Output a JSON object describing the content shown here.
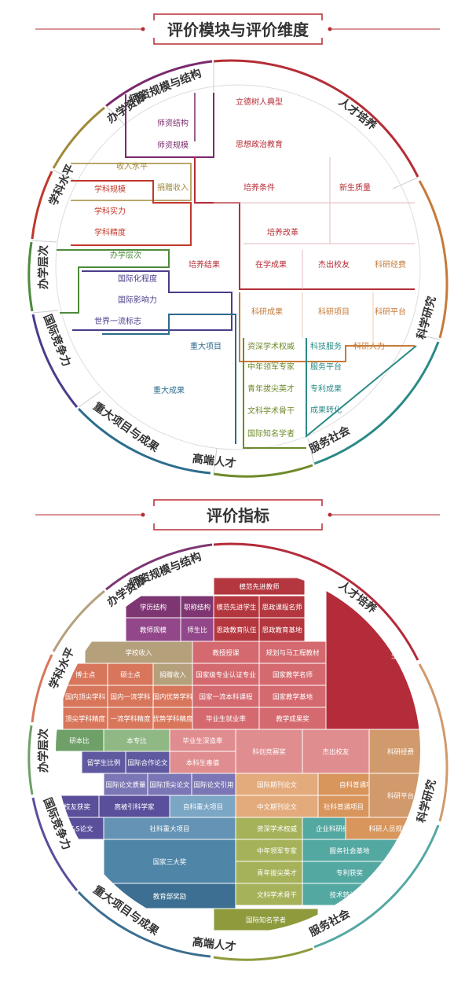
{
  "section1": {
    "title": "评价模块与评价维度",
    "ring": [
      "师资规模与结构",
      "人才培养",
      "科学研究",
      "服务社会",
      "高端人才",
      "重大项目与成果",
      "国际竞争力",
      "办学层次",
      "学科水平",
      "办学资源"
    ],
    "cells": [
      {
        "text": "师资结构",
        "c": "#7a2a6f"
      },
      {
        "text": "师资规模",
        "c": "#7a2a6f"
      },
      {
        "text": "立德树人典型",
        "c": "#b52d36"
      },
      {
        "text": "思想政治教育",
        "c": "#b52d36"
      },
      {
        "text": "收入水平",
        "c": "#a08a3c"
      },
      {
        "text": "捐赠收入",
        "c": "#a08a3c"
      },
      {
        "text": "学科规模",
        "c": "#c0392b"
      },
      {
        "text": "学科实力",
        "c": "#c0392b"
      },
      {
        "text": "学科精度",
        "c": "#c0392b"
      },
      {
        "text": "培养条件",
        "c": "#b52d36"
      },
      {
        "text": "新生质量",
        "c": "#b52d36"
      },
      {
        "text": "培养改革",
        "c": "#b52d36"
      },
      {
        "text": "办学层次",
        "c": "#4e8a3c"
      },
      {
        "text": "国际化程度",
        "c": "#4b3c8a"
      },
      {
        "text": "国际影响力",
        "c": "#4b3c8a"
      },
      {
        "text": "世界一流标志",
        "c": "#4b3c8a"
      },
      {
        "text": "培养结果",
        "c": "#b52d36"
      },
      {
        "text": "在学成果",
        "c": "#b52d36"
      },
      {
        "text": "杰出校友",
        "c": "#b52d36"
      },
      {
        "text": "科研经费",
        "c": "#c77a3a"
      },
      {
        "text": "科研成果",
        "c": "#c77a3a"
      },
      {
        "text": "科研项目",
        "c": "#c77a3a"
      },
      {
        "text": "科研平台",
        "c": "#c77a3a"
      },
      {
        "text": "科研人力",
        "c": "#c77a3a"
      },
      {
        "text": "重大项目",
        "c": "#2d6c8c"
      },
      {
        "text": "重大成果",
        "c": "#2d6c8c"
      },
      {
        "text": "资深学术权威",
        "c": "#6e8a2a"
      },
      {
        "text": "中年领军专家",
        "c": "#6e8a2a"
      },
      {
        "text": "青年拔尖英才",
        "c": "#6e8a2a"
      },
      {
        "text": "文科学术骨干",
        "c": "#6e8a2a"
      },
      {
        "text": "国际知名学者",
        "c": "#6e8a2a"
      },
      {
        "text": "科技服务",
        "c": "#2a8a86"
      },
      {
        "text": "服务平台",
        "c": "#2a8a86"
      },
      {
        "text": "专利成果",
        "c": "#2a8a86"
      },
      {
        "text": "成果转化",
        "c": "#2a8a86"
      }
    ]
  },
  "section2": {
    "title": "评价指标",
    "ring": [
      "师资规模与结构",
      "人才培养",
      "科学研究",
      "服务社会",
      "高端人才",
      "重大项目与成果",
      "国际竞争力",
      "办学层次",
      "学科水平",
      "办学资源"
    ],
    "cells": [
      {
        "text": "模范先进教师",
        "c": "#b4373f"
      },
      {
        "text": "学历结构",
        "c": "#7e3672"
      },
      {
        "text": "职称结构",
        "c": "#7e3672"
      },
      {
        "text": "模范先进学生",
        "c": "#b4373f"
      },
      {
        "text": "思政课程名师",
        "c": "#b4373f"
      },
      {
        "text": "教师规模",
        "c": "#92478a"
      },
      {
        "text": "师生比",
        "c": "#92478a"
      },
      {
        "text": "思政教育队伍",
        "c": "#b4373f"
      },
      {
        "text": "思政教育基地",
        "c": "#b4373f"
      },
      {
        "text": "学校收入",
        "c": "#b5a07c"
      },
      {
        "text": "教授授课",
        "c": "#d46a6f"
      },
      {
        "text": "规划与马工程教材",
        "c": "#d46a6f"
      },
      {
        "text": "生源质量",
        "c": "#b42b3a"
      },
      {
        "text": "博士点",
        "c": "#d8765b"
      },
      {
        "text": "硕士点",
        "c": "#d8765b"
      },
      {
        "text": "捐赠收入",
        "c": "#b5a07c"
      },
      {
        "text": "国家级专业认证专业",
        "c": "#d46a6f"
      },
      {
        "text": "国家教学名师",
        "c": "#d46a6f"
      },
      {
        "text": "国内顶尖学科",
        "c": "#d8765b"
      },
      {
        "text": "国内一流学科",
        "c": "#d8765b"
      },
      {
        "text": "国内优势学科",
        "c": "#d8765b"
      },
      {
        "text": "国家一流本科课程",
        "c": "#d46a6f"
      },
      {
        "text": "国家教学基地",
        "c": "#d46a6f"
      },
      {
        "text": "顶尖学科精度",
        "c": "#d8765b"
      },
      {
        "text": "一流学科精度",
        "c": "#d8765b"
      },
      {
        "text": "优势学科精度",
        "c": "#d8765b"
      },
      {
        "text": "毕业生就业率",
        "c": "#d46a6f"
      },
      {
        "text": "教学成果奖",
        "c": "#d46a6f"
      },
      {
        "text": "研本比",
        "c": "#6fa068"
      },
      {
        "text": "本专比",
        "c": "#8fb884"
      },
      {
        "text": "毕业生深造率",
        "c": "#e08d8f"
      },
      {
        "text": "科创竞赛奖",
        "c": "#e08d8f"
      },
      {
        "text": "杰出校友",
        "c": "#e08d8f"
      },
      {
        "text": "科研经费",
        "c": "#d19a6c"
      },
      {
        "text": "留学生比例",
        "c": "#5f5aa0"
      },
      {
        "text": "国际合作论文",
        "c": "#5f5aa0"
      },
      {
        "text": "本科生毒值",
        "c": "#e08d8f"
      },
      {
        "text": "国际论文质量",
        "c": "#7b76b5"
      },
      {
        "text": "国际顶尖论文",
        "c": "#7b76b5"
      },
      {
        "text": "国际论文引用",
        "c": "#7b76b5"
      },
      {
        "text": "国际期刊论文",
        "c": "#e3aa7b"
      },
      {
        "text": "自科普通项目",
        "c": "#d8955c"
      },
      {
        "text": "科研平台",
        "c": "#d19a6c"
      },
      {
        "text": "校友获奖",
        "c": "#5a4f9b"
      },
      {
        "text": "高被引科学家",
        "c": "#5a4f9b"
      },
      {
        "text": "自科重大项目",
        "c": "#7ba6c4"
      },
      {
        "text": "中文期刊论文",
        "c": "#e3aa7b"
      },
      {
        "text": "社科普通项目",
        "c": "#d8955c"
      },
      {
        "text": "N&S论文",
        "c": "#5a4f9b"
      },
      {
        "text": "社科重大项目",
        "c": "#6493b5"
      },
      {
        "text": "资深学术权威",
        "c": "#a6b25a"
      },
      {
        "text": "企业科研经费",
        "c": "#54a8a2"
      },
      {
        "text": "科研人员规模",
        "c": "#d8955c"
      },
      {
        "text": "国家三大奖",
        "c": "#4f86a8"
      },
      {
        "text": "中年领军专家",
        "c": "#a6b25a"
      },
      {
        "text": "服务社会基地",
        "c": "#54a8a2"
      },
      {
        "text": "青年拔尖英才",
        "c": "#a6b25a"
      },
      {
        "text": "专利获奖",
        "c": "#54a8a2"
      },
      {
        "text": "教育部奖励",
        "c": "#3c6f91"
      },
      {
        "text": "文科学术骨干",
        "c": "#a6b25a"
      },
      {
        "text": "技术转让收入",
        "c": "#54a8a2"
      },
      {
        "text": "国际知名学者",
        "c": "#8e9a3c"
      }
    ]
  }
}
